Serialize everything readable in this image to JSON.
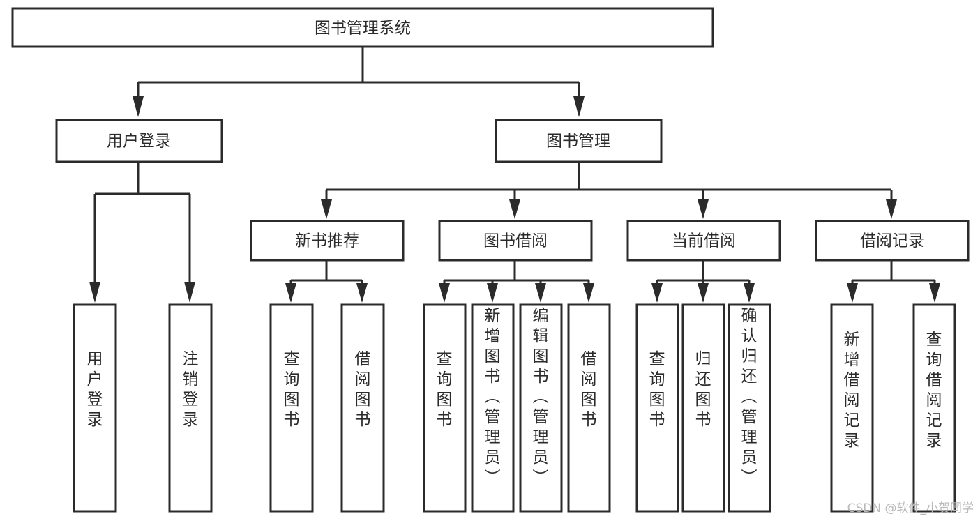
{
  "diagram": {
    "title": "图书管理系统",
    "type": "tree-hierarchy",
    "watermark": "CSDN @软件_小贺同学",
    "colors": {
      "stroke": "#2b2b2b",
      "fill": "#ffffff",
      "background": "#ffffff",
      "watermark": "#b9b9b9"
    },
    "levels": {
      "level1": {
        "label": "图书管理系统"
      },
      "level2": [
        {
          "label": "用户登录"
        },
        {
          "label": "图书管理"
        }
      ],
      "level3": [
        {
          "label": "新书推荐"
        },
        {
          "label": "图书借阅"
        },
        {
          "label": "当前借阅"
        },
        {
          "label": "借阅记录"
        }
      ],
      "leaves_user_login": [
        {
          "label": "用户登录"
        },
        {
          "label": "注销登录"
        }
      ],
      "leaves_new_book": [
        {
          "label": "查询图书"
        },
        {
          "label": "借阅图书"
        }
      ],
      "leaves_borrow": [
        {
          "label": "查询图书"
        },
        {
          "label": "新增图书（管理员）"
        },
        {
          "label": "编辑图书（管理员）"
        },
        {
          "label": "借阅图书"
        }
      ],
      "leaves_current": [
        {
          "label": "查询图书"
        },
        {
          "label": "归还图书"
        },
        {
          "label": "确认归还（管理员）"
        }
      ],
      "leaves_records": [
        {
          "label": "新增借阅记录"
        },
        {
          "label": "查询借阅记录"
        }
      ]
    }
  }
}
